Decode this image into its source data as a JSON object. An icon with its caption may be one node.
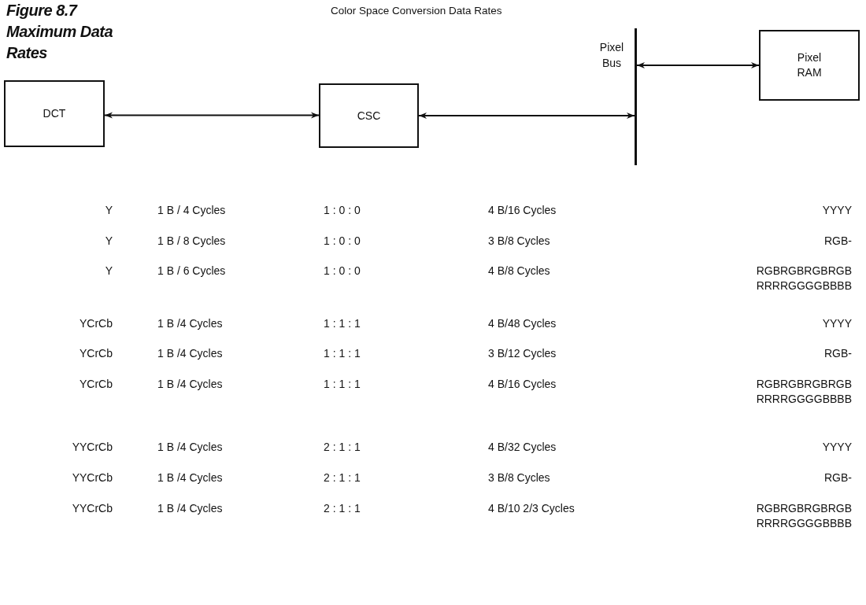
{
  "diagram": {
    "title": "Figure 8.7 Maximum Data Rates",
    "nodes": [
      {
        "text": [
          "DCT"
        ]
      },
      {
        "text": [
          "CSC"
        ]
      },
      {
        "text": [],
        "shape": "bar",
        "beside": [
          "Pixel Bus"
        ]
      },
      {
        "text": [
          "Pixel RAM"
        ]
      }
    ],
    "edges": [
      {
        "from": 0,
        "to": 1,
        "arrow": "both"
      },
      {
        "from": 1,
        "to": 2,
        "arrow": "both"
      },
      {
        "from": 2,
        "to": 3,
        "arrow": "both"
      }
    ],
    "labels": [
      "Color Space Conversion Data Rates",
      "Y",
      "1 B / 4 Cycles",
      "1 : 0 : 0",
      "4 B/16 Cycles",
      "YYYY",
      "Y",
      "1 B / 8 Cycles",
      "1 : 0 : 0",
      "3 B/8 Cycles",
      "RGB-",
      "Y",
      "1 B / 6 Cycles",
      "1 : 0 : 0",
      "4 B/8 Cycles",
      "RGBRGBRGBRGB RRRRGGGGBBBB",
      "YCrCb",
      "1 B /4 Cycles",
      "1 : 1 : 1",
      "4 B/48 Cycles",
      "YYYY",
      "YCrCb",
      "1 B /4 Cycles",
      "1 : 1 : 1",
      "3 B/12 Cycles",
      "RGB-",
      "YCrCb",
      "1 B /4 Cycles",
      "1 : 1 : 1",
      "4 B/16 Cycles",
      "RGBRGBRGBRGB RRRRGGGGBBBB",
      "YYCrCb",
      "1 B /4 Cycles",
      "2 : 1 : 1",
      "4 B/32 Cycles",
      "YYYY",
      "YYCrCb",
      "1 B /4 Cycles",
      "2 : 1 : 1",
      "3 B/8 Cycles",
      "RGB-",
      "YYCrCb",
      "1 B /4 Cycles",
      "2 : 1 : 1",
      "4 B/10 2/3 Cycles",
      "RGBRGBRGBRGB RRRRGGGGBBBB"
    ]
  }
}
